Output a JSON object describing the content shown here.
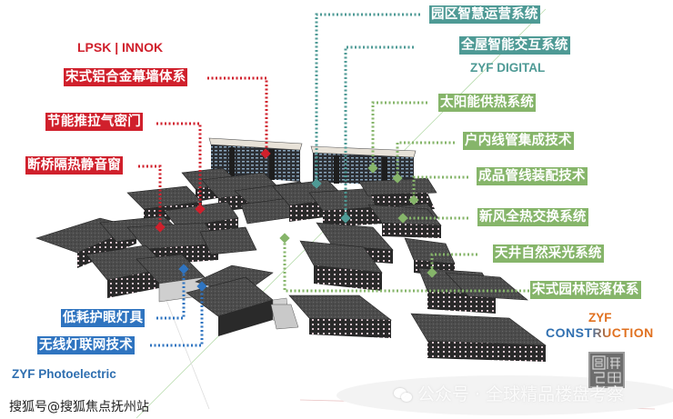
{
  "brands": {
    "lpsk": "LPSK  |  INNOK",
    "zyf_digital": "ZYF DIGITAL",
    "zyf_photoelectric": "ZYF Photoelectric",
    "zyf_construction_top": "ZYF",
    "zyf_construction_bottom": "CONSTRUCTION"
  },
  "labels": {
    "red": [
      "宋式铝合金幕墙体系",
      "节能推拉气密门",
      "断桥隔热静音窗"
    ],
    "teal": [
      "园区智慧运营系统",
      "全屋智能交互系统"
    ],
    "green": [
      "太阳能供热系统",
      "户内线管集成技术",
      "成品管线装配技术",
      "新风全热交换系统",
      "天井自然采光系统",
      "宋式园林院落体系"
    ],
    "blue": [
      "低耗护眼灯具",
      "无线灯联网技术"
    ]
  },
  "seal": {
    "characters": "園隱豐丘"
  },
  "watermark": "公众号 · 全球精品楼盘考察",
  "credit": "搜狐号@搜狐焦点抚州站",
  "colors": {
    "red": "#d0202c",
    "teal": "#4e9a95",
    "green": "#86b56a",
    "blue": "#2f74c0",
    "construction_blue": "#2f6fb0",
    "construction_orange": "#e0701f",
    "roof": "#4a4a4a"
  }
}
